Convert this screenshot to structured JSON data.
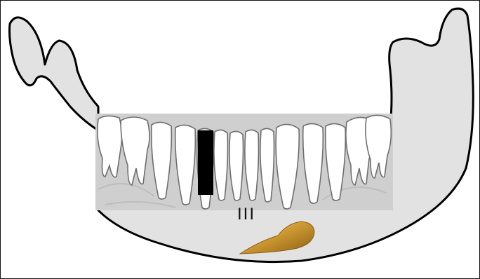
{
  "figure": {
    "zone_label": "III",
    "colors": {
      "mandible_fill": "#e2e2e2",
      "mandible_outline": "#000000",
      "xray_panel": "#cfcfcf",
      "tooth_fill": "#ffffff",
      "tooth_outline": "#6e6e6e",
      "redaction_block": "#000000",
      "implant_gold": "#c9952f"
    },
    "icons": [
      "mandible-outline",
      "dental-panorama",
      "redacted-tooth",
      "bone-graft-fragment"
    ]
  }
}
